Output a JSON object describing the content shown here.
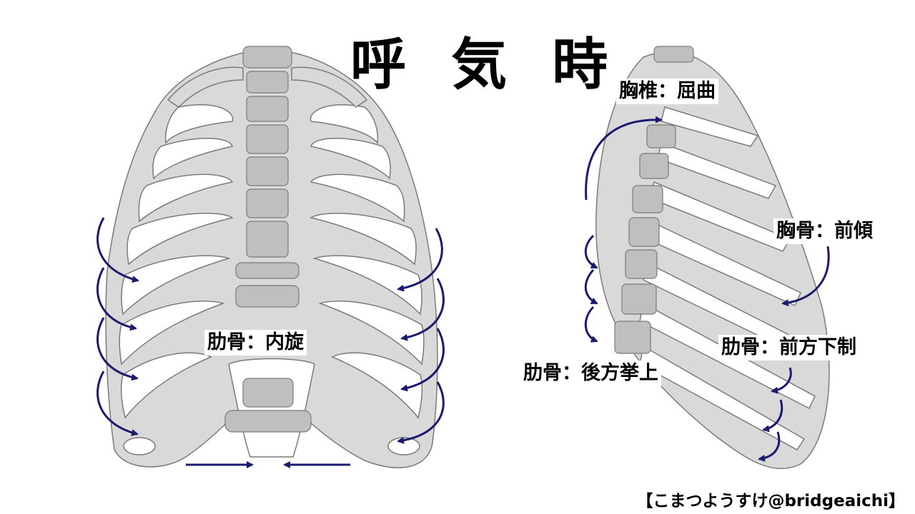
{
  "title": "呼 気 時",
  "labels": {
    "front_ribs": "肋骨：内旋",
    "thoracic_spine": "胸椎：屈曲",
    "sternum": "胸骨：前傾",
    "ribs_anterior": "肋骨：前方下制",
    "ribs_posterior": "肋骨：後方挙上"
  },
  "credit": "【こまつようすけ@bridgeaichi】",
  "colors": {
    "bone_fill": "#d9d9d9",
    "bone_stroke": "#7a7a7a",
    "spine_fill": "#bfbfbf",
    "arrow": "#1a1a6e",
    "background": "#ffffff"
  }
}
